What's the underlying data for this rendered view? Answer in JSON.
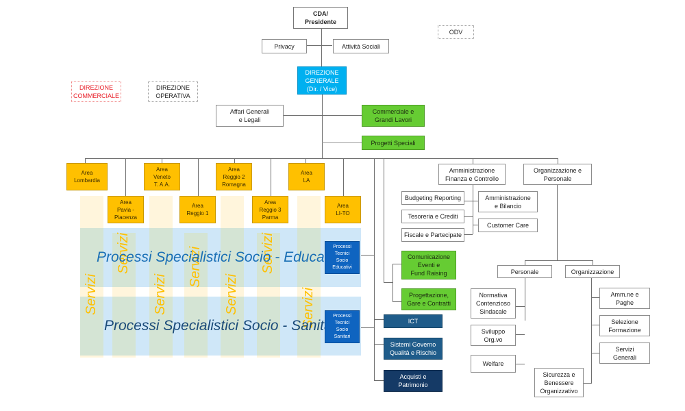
{
  "top": {
    "cda": "CDA/\nPresidente",
    "odv": "ODV",
    "privacy": "Privacy",
    "attivita_sociali": "Attività Sociali",
    "direzione_generale": "DIREZIONE\nGENERALE\n(Dir. / Vice)",
    "direzione_commerciale": "DIREZIONE\nCOMMERCIALE",
    "direzione_operativa": "DIREZIONE\nOPERATIVA",
    "affari_generali": "Affari Generali\ne Legali",
    "commerciale_grandi_lavori": "Commerciale e\nGrandi Lavori",
    "progetti_speciali": "Progetti Speciali"
  },
  "areas": [
    {
      "label": "Area\nLombardia"
    },
    {
      "label": "Area\nPavia  -\nPiacenza"
    },
    {
      "label": "Area\nVeneto\nT. A.A."
    },
    {
      "label": "Area\nReggio 1"
    },
    {
      "label": "Area\nReggio  2\nRomagna"
    },
    {
      "label": "Area\nReggio 3\nParma"
    },
    {
      "label": "Area\nLA"
    },
    {
      "label": "Area\nLI-TO"
    }
  ],
  "processes": {
    "educativi_title": "Processi Specialistici Socio - Educativi",
    "sanitari_title": "Processi Specialistici Socio - Sanitari",
    "tecnici_educativi": "Processi\nTecnici\nSocio\nEducativi",
    "tecnici_sanitari": "Processi\nTecnici\nSocio\nSanitari",
    "servizi_label": "Servizi"
  },
  "support": {
    "comunicazione": "Comunicazione\nEventi  e\nFund Raising",
    "progettazione": "Progettazione,\nGare e Contratti",
    "ict": "ICT",
    "sistemi": "Sistemi  Governo\nQualità e Rischio",
    "acquisti": "Acquisti e\nPatrimonio"
  },
  "afc": {
    "title": "Amministrazione\nFinanza e Controllo",
    "budgeting": "Budgeting Reporting",
    "tesoreria": "Tesoreria e Crediti",
    "fiscale": "Fiscale e Partecipate",
    "amm_bilancio": "Amministrazione\ne Bilancio",
    "customer_care": "Customer Care"
  },
  "org_personale": {
    "title": "Organizzazione e\nPersonale",
    "personale": "Personale",
    "organizzazione": "Organizzazione",
    "normativa": "Normativa\nContenzioso\nSindacale",
    "sviluppo": "Sviluppo\nOrg.vo",
    "welfare": "Welfare",
    "amm_paghe": "Amm.ne e\nPaghe",
    "selezione": "Selezione\nFormazione",
    "servizi_generali": "Servizi\nGenerali",
    "sicurezza": "Sicurezza  e\nBenessere\nOrganizzativo"
  }
}
